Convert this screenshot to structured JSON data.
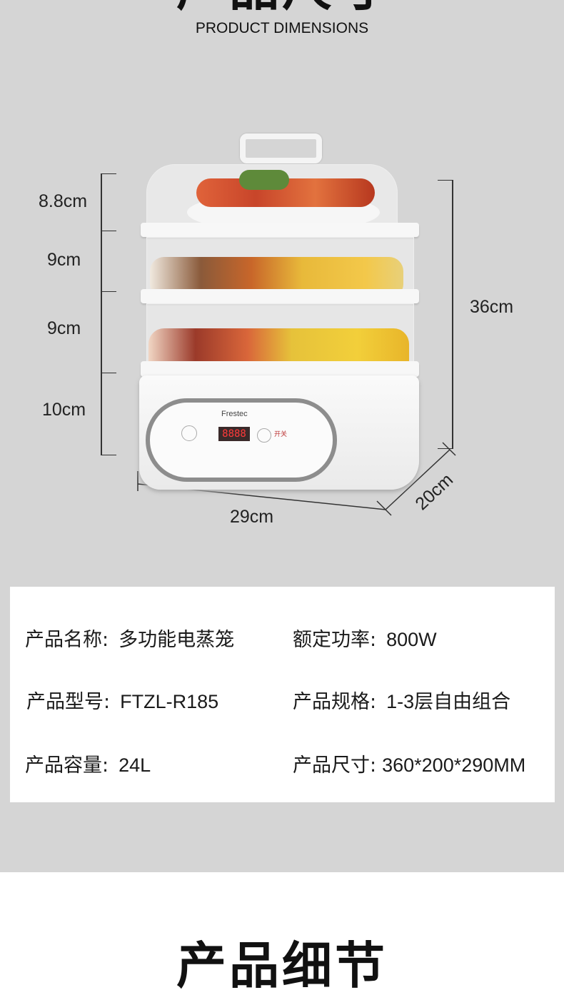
{
  "header": {
    "title_cn": "产品尺寸",
    "title_en": "PRODUCT DIMENSIONS"
  },
  "dimensions": {
    "tiers": [
      "8.8cm",
      "9cm",
      "9cm",
      "10cm"
    ],
    "height": "36cm",
    "width": "29cm",
    "depth": "20cm"
  },
  "product": {
    "brand": "Frestec",
    "display": "8888",
    "power_button": "开关"
  },
  "specs": [
    {
      "label": "产品名称:",
      "value": "多功能电蒸笼"
    },
    {
      "label": "额定功率:",
      "value": "800W"
    },
    {
      "label": "产品型号:",
      "value": "FTZL-R185"
    },
    {
      "label": "产品规格:",
      "value": "1-3层自由组合"
    },
    {
      "label": "产品容量:",
      "value": "24L"
    },
    {
      "label": "产品尺寸:",
      "value": "360*200*290MM"
    }
  ],
  "next_section": {
    "title_cn": "产品细节"
  }
}
